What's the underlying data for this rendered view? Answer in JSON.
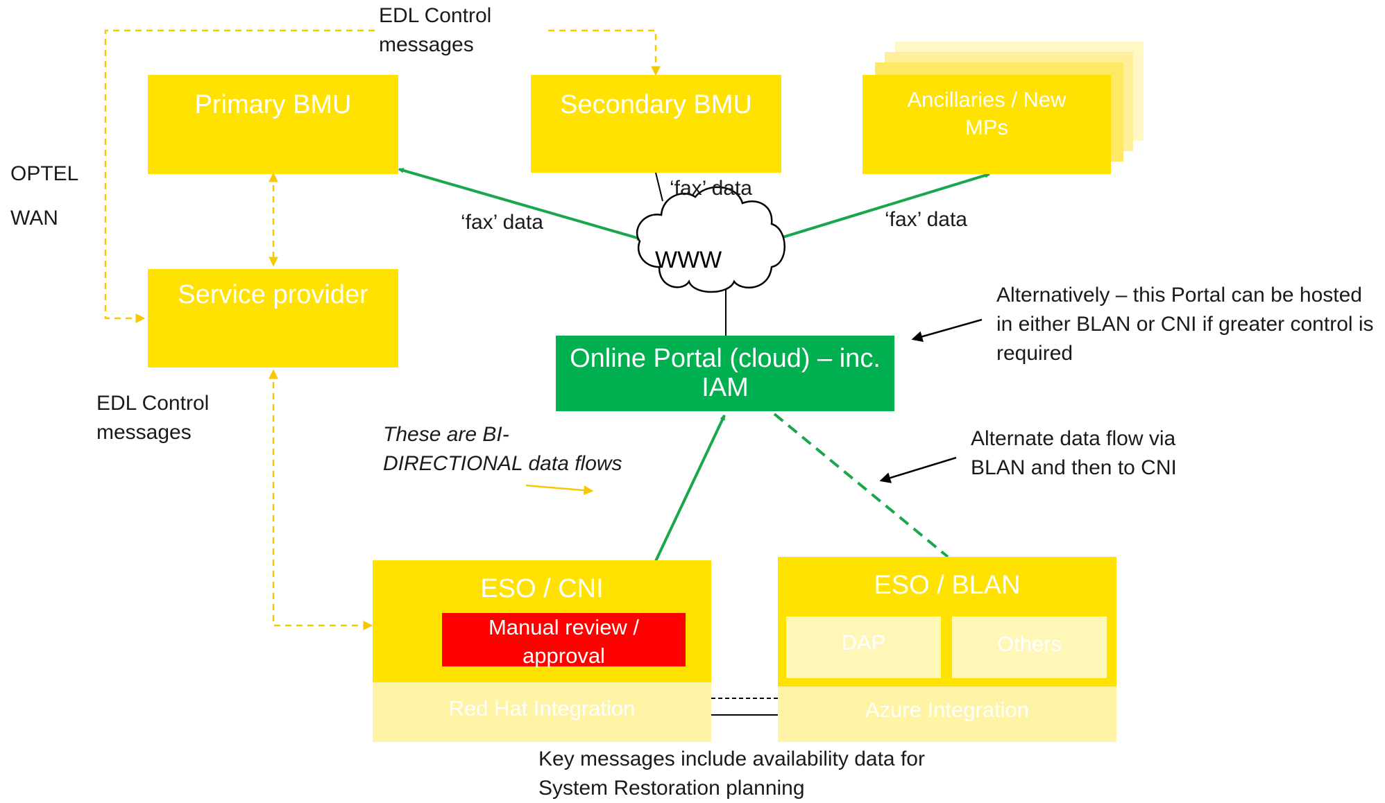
{
  "nodes": {
    "primary_bmu": "Primary BMU",
    "secondary_bmu": "Secondary BMU",
    "ancillaries": "Ancillaries / New MPs",
    "service_provider": "Service provider",
    "www": "WWW",
    "online_portal": "Online Portal (cloud) – inc. IAM",
    "eso_cni": "ESO / CNI",
    "manual_review": "Manual review / approval",
    "red_hat": "Red Hat Integration",
    "eso_blan": "ESO / BLAN",
    "dap": "DAP",
    "others": "Others",
    "azure": "Azure Integration"
  },
  "labels": {
    "edl_top": "EDL Control messages",
    "edl_left": "EDL Control messages",
    "optel": "OPTEL",
    "wan": "WAN",
    "fax_left": "‘fax’ data",
    "fax_mid": "‘fax’ data",
    "fax_right": "‘fax’ data",
    "alt_portal": "Alternatively – this Portal can be hosted in either BLAN or CNI if greater control is required",
    "alt_flow": "Alternate data flow via BLAN and then to CNI",
    "bidirectional": "These are BI-DIRECTIONAL data flows",
    "key_messages": "Key messages include availability data for System Restoration planning"
  },
  "colors": {
    "box_yellow": "#ffe200",
    "box_pale_yellow": "#fff3a6",
    "portal_green": "#00b050",
    "manual_red": "#ff0000",
    "flow_green": "#1aa64b",
    "control_dashed": "#f5c800"
  }
}
